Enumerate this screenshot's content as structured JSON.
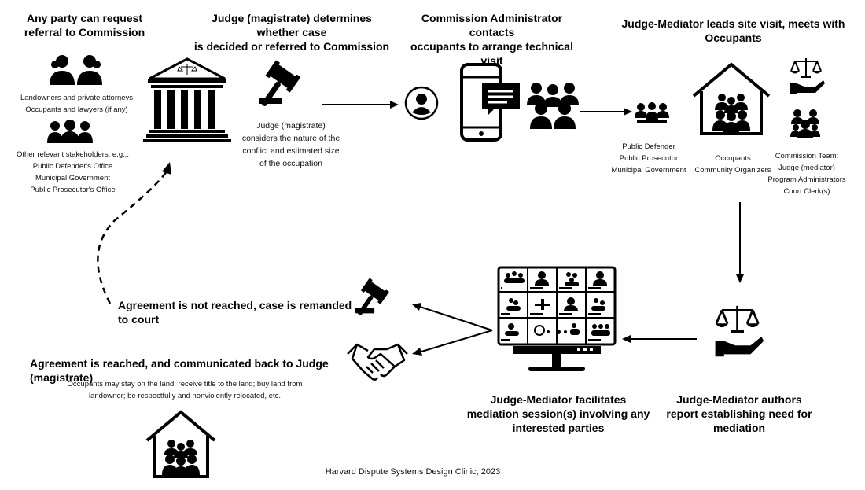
{
  "step1": {
    "title": [
      "Any party can request",
      "referral to Commission"
    ],
    "group1": [
      "Landowners and private attorneys",
      "Occupants and lawyers (if any)"
    ],
    "group2": [
      "Other  relevant stakeholders, e.g.,:",
      "Public Defender's Office",
      "Municipal Government",
      "Public Prosecutor's Office"
    ]
  },
  "step2": {
    "title": [
      "Judge (magistrate) determines whether case",
      "is decided or referred to Commission"
    ],
    "caption": [
      "Judge (magistrate)",
      "considers the nature of the",
      "conflict and estimated size",
      "of the occupation"
    ]
  },
  "step3": {
    "title": [
      "Commission Administrator contacts",
      "occupants to arrange technical visit"
    ],
    "parties": [
      "Public Defender",
      "Public Prosecutor",
      "Municipal Government"
    ]
  },
  "step4": {
    "title": "Judge-Mediator leads site visit, meets with Occupants",
    "occupants": [
      "Occupants",
      "Community Organizers"
    ],
    "team": [
      "Commission Team:",
      "Judge (mediator)",
      "Program Administrators",
      "Court Clerk(s)"
    ]
  },
  "step5": {
    "title": [
      "Judge-Mediator authors",
      "report establishing need for",
      "mediation"
    ]
  },
  "step6": {
    "title": [
      "Judge-Mediator facilitates",
      "mediation session(s) involving any",
      "interested parties"
    ]
  },
  "outcomes": {
    "not_reached": "Agreement is not reached, case is remanded to court",
    "reached": "Agreement is reached, and communicated back to Judge (magistrate)",
    "reached_detail": [
      "Occupants may stay on the land; receive title to the land; buy land from",
      "landowner; be respectfully and nonviolently relocated, etc."
    ]
  },
  "credit": "Harvard Dispute Systems Design Clinic, 2023",
  "icons": [
    "people-icon",
    "courthouse-icon",
    "gavel-icon",
    "user-circle-icon",
    "phone-chat-icon",
    "group-icon",
    "house-group-icon",
    "scales-hand-icon",
    "video-grid-monitor-icon",
    "handshake-icon"
  ]
}
